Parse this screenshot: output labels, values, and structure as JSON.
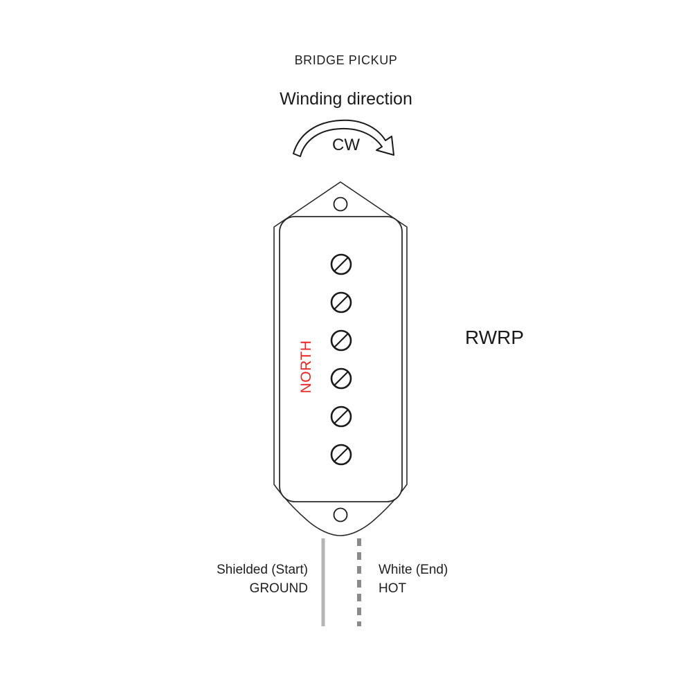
{
  "diagram": {
    "title": "BRIDGE PICKUP",
    "winding_direction_label": "Winding direction",
    "winding_direction_value": "CW",
    "polarity_label": "NORTH",
    "polarity_color": "#ee2220",
    "phase_label": "RWRP",
    "pickup": {
      "screw_count": 6,
      "mounting_hole_count": 2,
      "body_stroke_color": "#1a1a1a",
      "body_fill_color": "#ffffff"
    },
    "leads": [
      {
        "name": "start-lead",
        "label": "Shielded (Start)",
        "function": "GROUND",
        "style": "solid",
        "color": "#b5b5b5"
      },
      {
        "name": "end-lead",
        "label": "White (End)",
        "function": "HOT",
        "style": "dashed",
        "color": "#8a8a8a"
      }
    ]
  }
}
